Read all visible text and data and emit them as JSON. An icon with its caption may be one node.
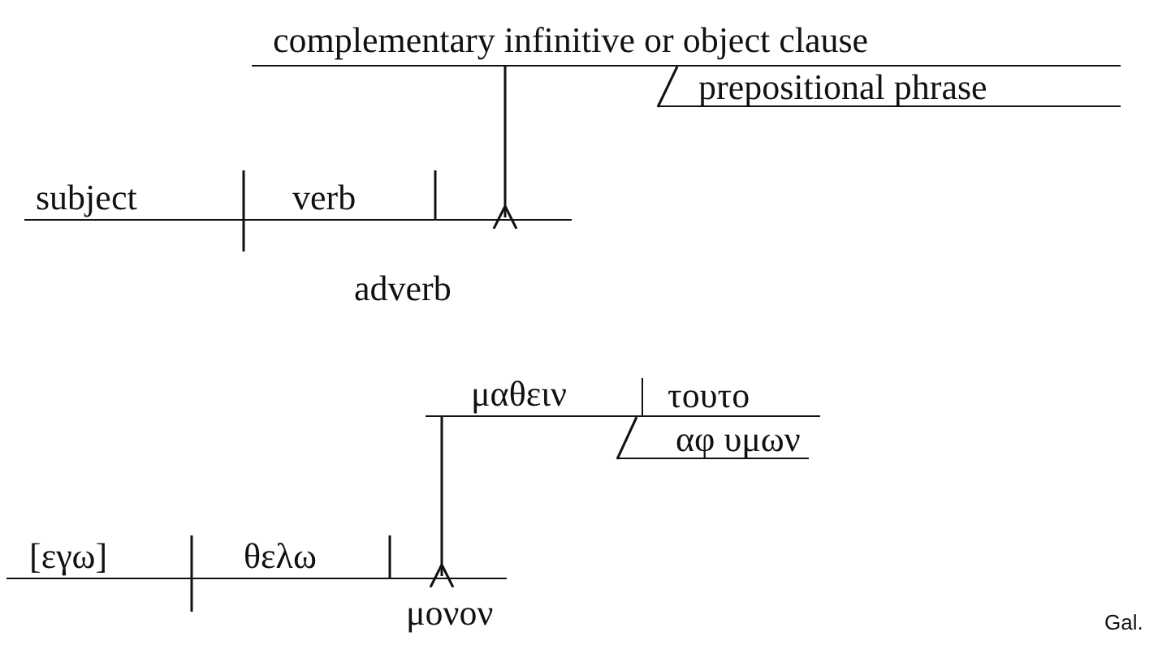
{
  "diagram": {
    "nodes": [
      {
        "text": [
          "complementary infinitive or object clause"
        ]
      },
      {
        "text": [
          "prepositional phrase"
        ]
      },
      {
        "text": [
          "subject"
        ]
      },
      {
        "text": [
          "verb"
        ]
      },
      {
        "text": [
          "adverb"
        ]
      },
      {
        "text": [
          "μαθειν"
        ]
      },
      {
        "text": [
          "τουτο"
        ]
      },
      {
        "text": [
          "αφ υμων"
        ]
      },
      {
        "text": [
          "[εγω]"
        ]
      },
      {
        "text": [
          "θελω"
        ]
      },
      {
        "text": [
          "μονον"
        ]
      }
    ],
    "edges": [
      {
        "from": 1,
        "to": 0,
        "arrow": "none"
      },
      {
        "from": 0,
        "to": 3,
        "arrow": "other"
      },
      {
        "from": 7,
        "to": 5,
        "arrow": "none"
      },
      {
        "from": 5,
        "to": 9,
        "arrow": "other"
      }
    ],
    "labels": [
      "Gal."
    ]
  }
}
